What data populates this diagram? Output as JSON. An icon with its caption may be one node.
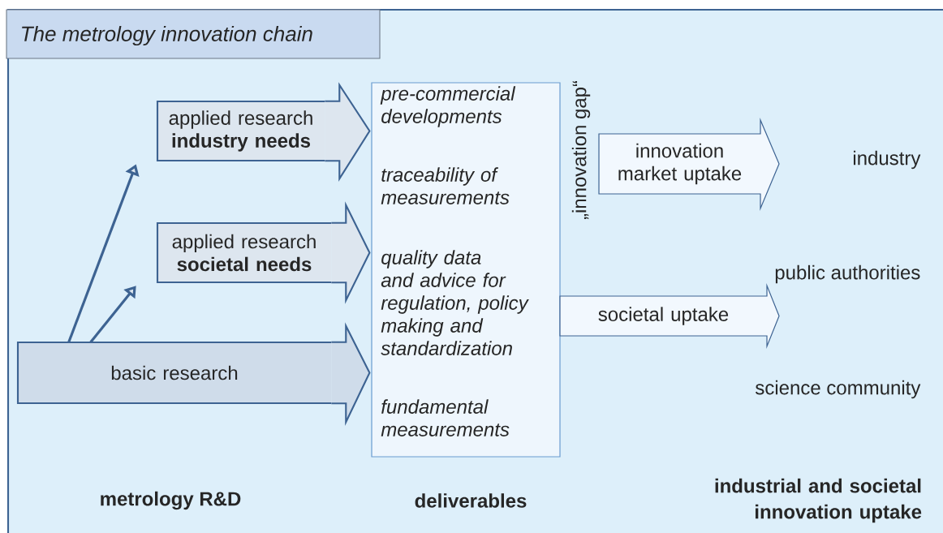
{
  "diagram": {
    "title": "The metrology innovation chain",
    "nodes": [
      {
        "text": [
          "applied research",
          "industry needs"
        ]
      },
      {
        "text": [
          "applied research",
          "societal needs"
        ]
      },
      {
        "text": [
          "basic research"
        ]
      },
      {
        "text": [
          "pre-commercial developments",
          "traceability of measurements",
          "quality data and advice for regulation, policy making and standardization",
          "fundamental measurements"
        ]
      },
      {
        "text": [
          "innovation market uptake"
        ]
      },
      {
        "text": [
          "societal uptake"
        ]
      },
      {
        "text": [
          "industry"
        ]
      },
      {
        "text": [
          "public authorities"
        ]
      },
      {
        "text": [
          "science community"
        ]
      }
    ],
    "edges": [
      {
        "from": 2,
        "to": 0,
        "arrow": "to"
      },
      {
        "from": 2,
        "to": 1,
        "arrow": "to"
      },
      {
        "from": 0,
        "to": 3,
        "arrow": "to"
      },
      {
        "from": 1,
        "to": 3,
        "arrow": "to"
      },
      {
        "from": 2,
        "to": 3,
        "arrow": "to"
      }
    ],
    "labels": [
      "„innovation gap“",
      "metrology R&D",
      "deliverables",
      "industrial and societal innovation uptake"
    ]
  }
}
